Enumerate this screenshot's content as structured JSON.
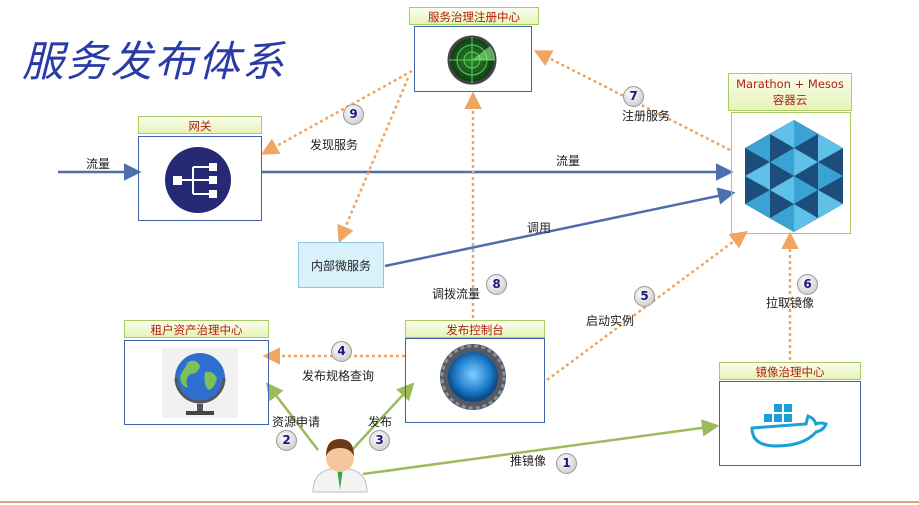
{
  "title": "服务发布体系",
  "nodes": {
    "registry": "服务治理注册中心",
    "gateway": "网关",
    "marathon": "Marathon + Mesos 容器云",
    "internal": "内部微服务",
    "tenant": "租户资产治理中心",
    "console": "发布控制台",
    "image": "镜像治理中心"
  },
  "edge_labels": {
    "traffic_in": "流量",
    "traffic_out": "流量",
    "call": "调用",
    "discover": "发现服务",
    "register": "注册服务",
    "shift": "调拨流量",
    "start": "启动实例",
    "pull": "拉取镜像",
    "spec": "发布规格查询",
    "apply": "资源申请",
    "publish": "发布",
    "push": "推镜像"
  },
  "steps": [
    "1",
    "2",
    "3",
    "4",
    "5",
    "6",
    "7",
    "8",
    "9"
  ],
  "colors": {
    "flow": "#4e6fae",
    "dotted": "#f0a560",
    "green": "#9bbb5c",
    "hex": "#3aa3d3",
    "globe": "#2f6fd0"
  }
}
